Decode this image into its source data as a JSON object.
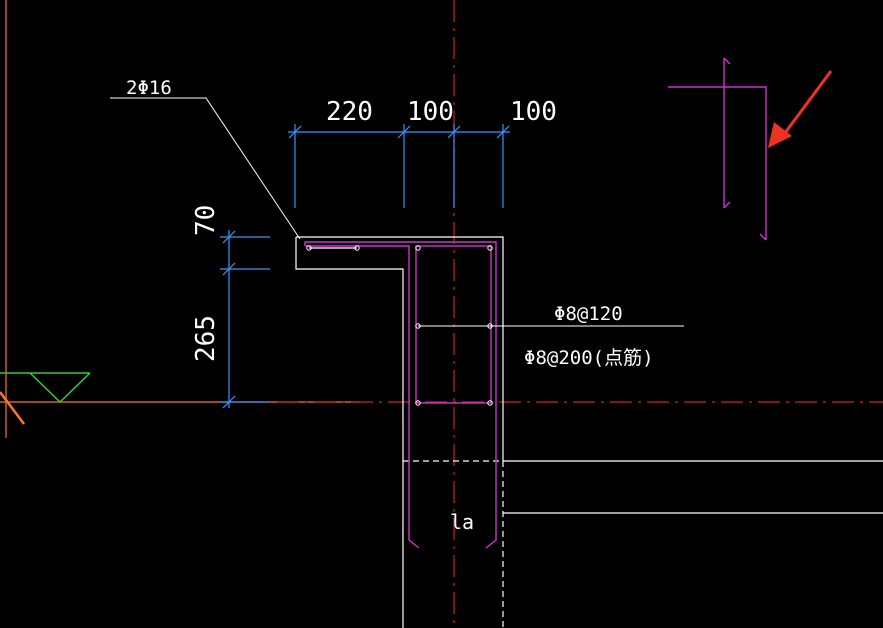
{
  "drawing": {
    "dims_horizontal": [
      "220",
      "100",
      "100"
    ],
    "dims_vertical": [
      "70",
      "265"
    ],
    "leader_label_top": "2Φ16",
    "rebar_note_1": "Φ8@120",
    "rebar_note_2": "Φ8@200(点筋)",
    "anchor_label": "la"
  },
  "colors": {
    "background": "#000000",
    "concrete_outline": "#ffffff",
    "rebar": "#cc33cc",
    "dimension": "#3399ff",
    "centerline": "#cc2222",
    "level_line": "#ff7722",
    "level_marker": "#33cc33",
    "arrow": "#ee3322"
  }
}
